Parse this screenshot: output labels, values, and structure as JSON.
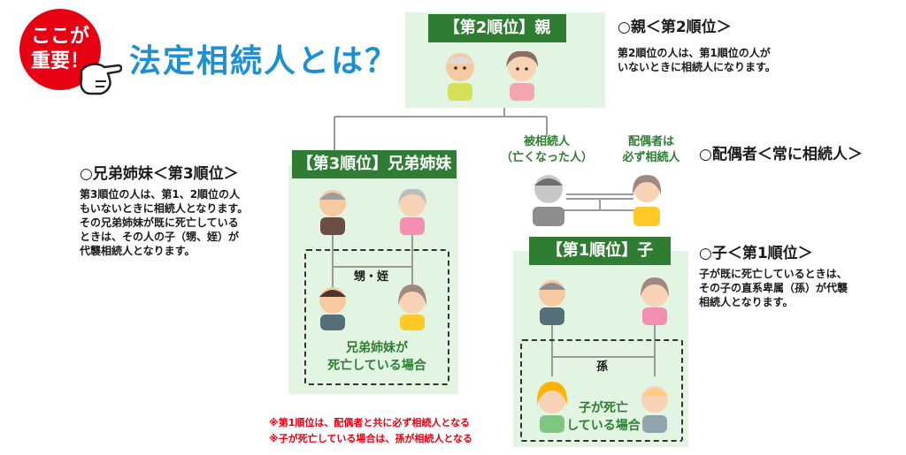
{
  "badge": {
    "line1": "ここが",
    "line2": "重要！"
  },
  "title": "法定相続人とは？",
  "parents": {
    "header": "【第2順位】親",
    "desc_title": "○親＜第2順位＞",
    "desc": [
      "第2順位の人は、第1順位の人が",
      "いないときに相続人になります。"
    ]
  },
  "siblings": {
    "header": "【第3順位】兄弟姉妹",
    "desc_title": "○兄弟姉妹＜第3順位＞",
    "desc": [
      "第3順位の人は、第1、2順位の人",
      "もいないときに相続人となります。",
      "その兄弟姉妹が既に死亡している",
      "ときは、その人の子（甥、姪）が",
      "代襲相続人となります。"
    ],
    "nephew_label": "甥・姪",
    "case_label": [
      "兄弟姉妹が",
      "死亡している場合"
    ]
  },
  "deceased": {
    "label": [
      "被相続人",
      "（亡くなった人）"
    ]
  },
  "spouse": {
    "label": [
      "配偶者は",
      "必ず相続人"
    ],
    "desc_title": "○配偶者＜常に相続人＞"
  },
  "children": {
    "header": "【第1順位】子",
    "desc_title": "○子＜第1順位＞",
    "desc": [
      "子が既に死亡しているときは、",
      "その子の直系卑属（孫）が代襲",
      "相続人となります。"
    ],
    "grandchild_label": "孫",
    "case_label": [
      "子が死亡",
      "している場合"
    ]
  },
  "notes": [
    "※第1順位は、配偶者と共に必ず相続人となる",
    "※子が死亡している場合は、孫が相続人となる"
  ],
  "colors": {
    "accent_red": "#e60012",
    "title_blue": "#1e8fd0",
    "header_green": "#2e7d32",
    "panel_green": "#e2f4e2"
  }
}
